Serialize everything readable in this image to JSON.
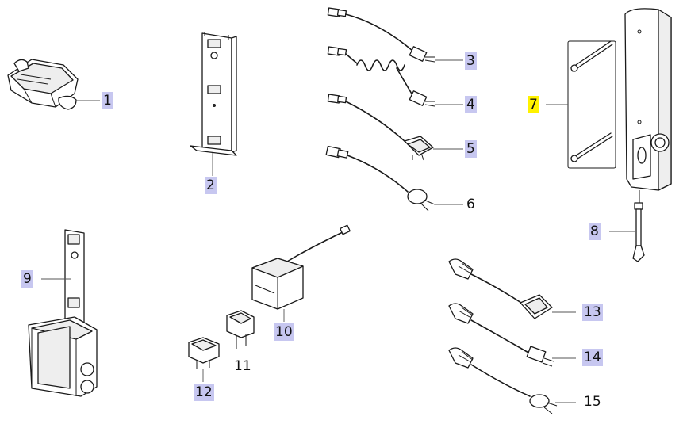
{
  "callouts": [
    {
      "id": "1",
      "label": "1",
      "highlight": "#c7c7f0"
    },
    {
      "id": "2",
      "label": "2",
      "highlight": "#c7c7f0"
    },
    {
      "id": "3",
      "label": "3",
      "highlight": "#c7c7f0"
    },
    {
      "id": "4",
      "label": "4",
      "highlight": "#c7c7f0"
    },
    {
      "id": "5",
      "label": "5",
      "highlight": "#c7c7f0"
    },
    {
      "id": "6",
      "label": "6",
      "highlight": null
    },
    {
      "id": "7",
      "label": "7",
      "highlight": "#fff200"
    },
    {
      "id": "8",
      "label": "8",
      "highlight": "#c7c7f0"
    },
    {
      "id": "9",
      "label": "9",
      "highlight": "#c7c7f0"
    },
    {
      "id": "10",
      "label": "10",
      "highlight": "#c7c7f0"
    },
    {
      "id": "11",
      "label": "11",
      "highlight": null
    },
    {
      "id": "12",
      "label": "12",
      "highlight": "#c7c7f0"
    },
    {
      "id": "13",
      "label": "13",
      "highlight": "#c7c7f0"
    },
    {
      "id": "14",
      "label": "14",
      "highlight": "#c7c7f0"
    },
    {
      "id": "15",
      "label": "15",
      "highlight": null
    }
  ],
  "colors": {
    "line": "#1a1a1a",
    "leader": "#555555",
    "highlight_blue": "#c7c7f0",
    "highlight_yellow": "#fff200"
  }
}
